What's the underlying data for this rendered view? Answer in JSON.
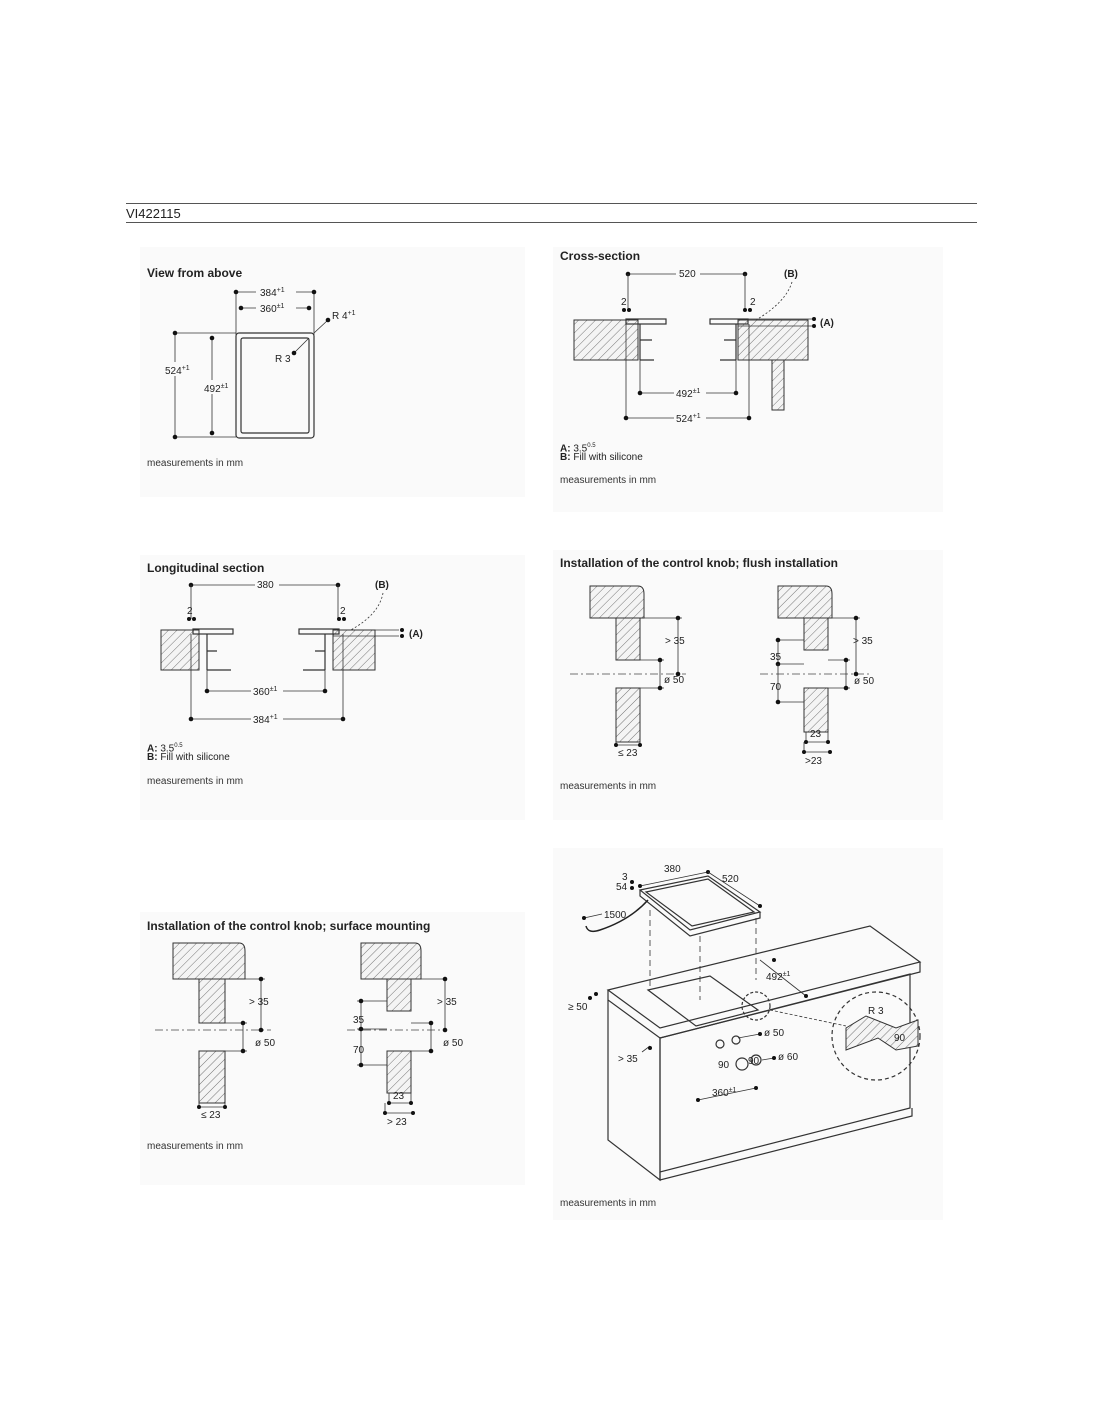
{
  "header": {
    "model": "VI422115"
  },
  "common": {
    "footnote": "measurements in mm"
  },
  "view_from_above": {
    "title": "View from above",
    "dim_width_outer": "384",
    "dim_width_outer_tol": "+1",
    "dim_width_inner": "360",
    "dim_width_inner_tol": "±1",
    "dim_radius_outer": "R 4",
    "dim_radius_outer_tol": "+1",
    "dim_radius_inner": "R 3",
    "dim_height_outer": "524",
    "dim_height_outer_tol": "+1",
    "dim_height_inner": "492",
    "dim_height_inner_tol": "±1"
  },
  "cross_section": {
    "title": "Cross-section",
    "dim_top": "520",
    "dim_gap_left": "2",
    "dim_gap_right": "2",
    "label_b": "(B)",
    "label_a": "(A)",
    "dim_inner": "492",
    "dim_inner_tol": "±1",
    "dim_outer": "524",
    "dim_outer_tol": "+1",
    "note_a_key": "A:",
    "note_a_value": "3.5",
    "note_a_tol": "0.5",
    "note_b_key": "B:",
    "note_b_value": "Fill with silicone"
  },
  "longitudinal_section": {
    "title": "Longitudinal section",
    "dim_top": "380",
    "dim_gap_left": "2",
    "dim_gap_right": "2",
    "label_b": "(B)",
    "label_a": "(A)",
    "dim_inner": "360",
    "dim_inner_tol": "±1",
    "dim_outer": "384",
    "dim_outer_tol": "+1",
    "note_a_key": "A:",
    "note_a_value": "3.5",
    "note_a_tol": "0.5",
    "note_b_key": "B:",
    "note_b_value": "Fill with silicone"
  },
  "knob_flush": {
    "title": "Installation of the control knob; flush installation",
    "left_gt35": "> 35",
    "left_dia50": "ø 50",
    "left_le23": "≤ 23",
    "right_gt35": "> 35",
    "right_35": "35",
    "right_70": "70",
    "right_dia50": "ø 50",
    "right_23": "23",
    "right_gt23": ">23"
  },
  "knob_surface": {
    "title": "Installation of the control knob; surface mounting",
    "left_gt35": "> 35",
    "left_dia50": "ø 50",
    "left_le23": "≤ 23",
    "right_gt35": "> 35",
    "right_35": "35",
    "right_70": "70",
    "right_dia50": "ø 50",
    "right_23": "23",
    "right_gt23": "> 23"
  },
  "isometric": {
    "dim_3": "3",
    "dim_54": "54",
    "dim_380": "380",
    "dim_520": "520",
    "dim_1500": "1500",
    "dim_492": "492",
    "dim_492_tol": "±1",
    "dim_ge50": "≥ 50",
    "dim_dia50": "ø 50",
    "dim_gt35": "> 35",
    "dim_90a": "90",
    "dim_90b": "90",
    "dim_dia60": "ø 60",
    "dim_360": "360",
    "dim_360_tol": "±1",
    "detail_r3": "R 3",
    "detail_90": "90"
  }
}
